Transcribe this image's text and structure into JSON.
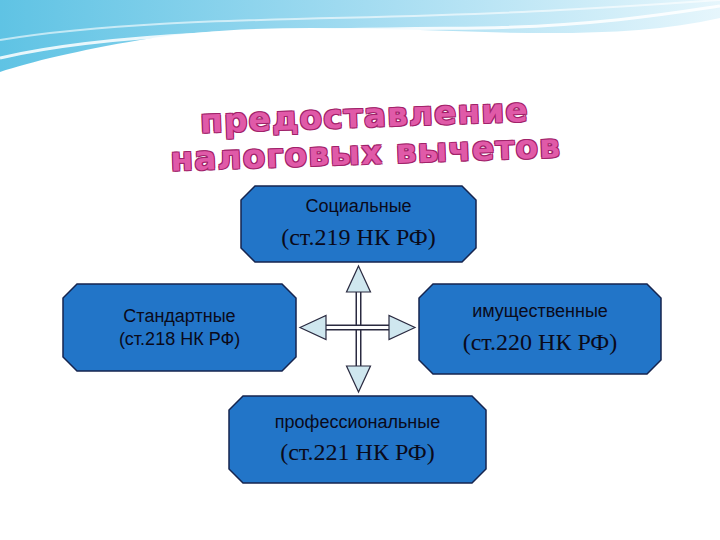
{
  "diagram": {
    "title": "предоставление налоговых вычетов",
    "nodes": [
      {
        "text": [
          "Социальные",
          "(ст.219 НК РФ)"
        ]
      },
      {
        "text": [
          "Стандартные (ст.218 НК РФ)"
        ]
      },
      {
        "text": [
          "имущественные",
          "(ст.220 НК РФ)"
        ]
      },
      {
        "text": [
          "профессиональные",
          "(ст.221 НК РФ)"
        ]
      }
    ],
    "edges": [
      {
        "from": 0,
        "to": 3,
        "arrow": "both"
      },
      {
        "from": 1,
        "to": 2,
        "arrow": "both"
      }
    ]
  }
}
